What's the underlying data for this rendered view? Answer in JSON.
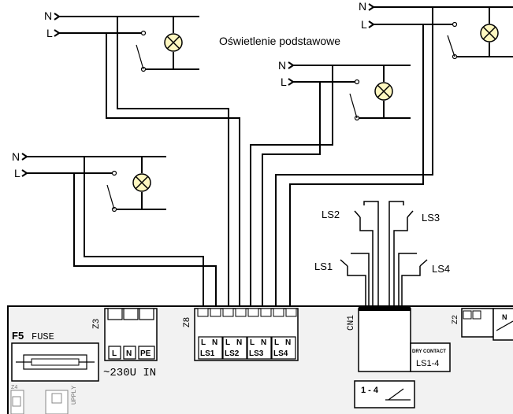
{
  "title": "Oświetlenie podstawowe",
  "lamp_circuits": [
    {
      "n": "N",
      "l": "L"
    },
    {
      "n": "N",
      "l": "L"
    },
    {
      "n": "N",
      "l": "L"
    },
    {
      "n": "N",
      "l": "L"
    }
  ],
  "switch_labels": {
    "ls1": "LS1",
    "ls2": "LS2",
    "ls3": "LS3",
    "ls4": "LS4"
  },
  "pcb": {
    "fuse_id": "F5",
    "fuse_label": "FUSE",
    "z3_label": "Z3",
    "z3_terminals": [
      "L",
      "N",
      "PE"
    ],
    "power_label": "~230U IN",
    "z8_label": "Z8",
    "z8_terminals": [
      "L",
      "N",
      "L",
      "N",
      "L",
      "N",
      "L",
      "N"
    ],
    "z8_groups": [
      "LS1",
      "LS2",
      "LS3",
      "LS4"
    ],
    "cn1_label": "CN1",
    "dry_contact": "DRY CONTACT",
    "contact_range": "LS1-4",
    "jumper_label": "1 - 4",
    "z4_label": "Z4",
    "supply_label": "UPPLY",
    "z2_label": "Z2",
    "partial_text": "N"
  }
}
